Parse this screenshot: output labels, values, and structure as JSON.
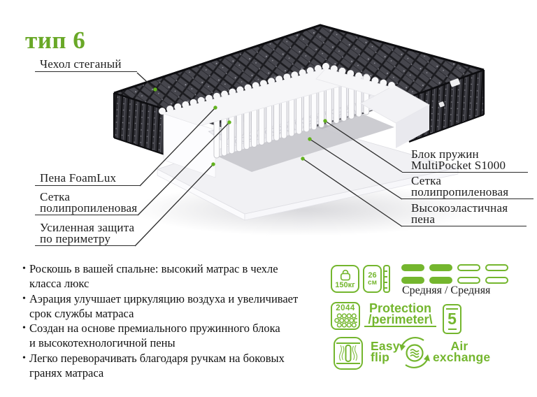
{
  "title": "тип 6",
  "colors": {
    "accent": "#74b62e",
    "title_green": "#69a827",
    "text": "#1c1c1c",
    "fabric_dark": "#46464d",
    "foam_white": "#f6f6f8"
  },
  "callouts": {
    "left": [
      {
        "text": "Чехол стеганый"
      },
      {
        "text": "Пена FoamLux"
      },
      {
        "text": "Сетка\nполипропиленовая"
      },
      {
        "text": "Усиленная защита\nпо периметру"
      }
    ],
    "right": [
      {
        "text": "Блок пружин\nMultiPocket S1000"
      },
      {
        "text": "Сетка\nполипропиленовая"
      },
      {
        "text": "Высокоэластичная\nпена"
      }
    ]
  },
  "features": [
    {
      "text": "Роскошь в вашей спальне: высокий матрас в чехле\nкласса люкс"
    },
    {
      "text": "Аэрация улучшает циркуляцию воздуха и увеличивает\nсрок службы матраса"
    },
    {
      "text": "Создан на основе премиального пружинного блока\nи высокотехнологичной пены"
    },
    {
      "text": "Легко переворачивать благодаря ручкам на боковых\nгранях матраса"
    }
  ],
  "specs": {
    "max_weight": "150кг",
    "height_value": "26",
    "height_unit": "см",
    "firmness_label": "Средняя / Средняя",
    "springs_count": "2044",
    "protection_label": "Protection\n/perimeter\\",
    "warranty_years": "5",
    "easy_flip_label": "Easy\nflip",
    "air_exchange_label": "Air\nexchange"
  }
}
